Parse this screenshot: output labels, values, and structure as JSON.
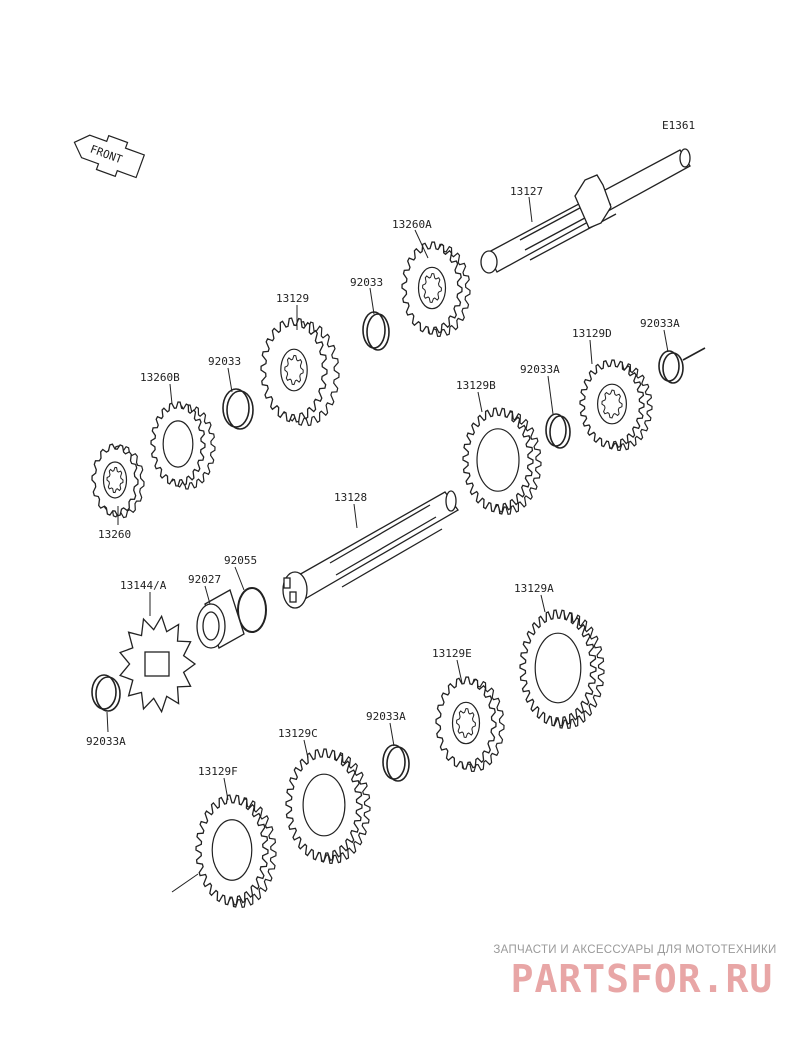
{
  "diagram": {
    "code": "E1361",
    "front_label": "FRONT",
    "parts": {
      "p13127": "13127",
      "p13260A": "13260A",
      "p92033_top": "92033",
      "p13129": "13129",
      "p92033_mid": "92033",
      "p13260B": "13260B",
      "p13260": "13260",
      "p13129D": "13129D",
      "p92033A_tr": "92033A",
      "p92033A_r": "92033A",
      "p13129B": "13129B",
      "p13128": "13128",
      "p92055": "92055",
      "p92027": "92027",
      "p13144A": "13144/A",
      "p92033A_l": "92033A",
      "p13129A": "13129A",
      "p13129E": "13129E",
      "p92033A_b": "92033A",
      "p13129C": "13129C",
      "p13129F": "13129F"
    }
  },
  "watermark": {
    "tagline": "ЗАПЧАСТИ И АКСЕССУАРЫ ДЛЯ МОТОТЕХНИКИ",
    "logo_text": "PARTSFOR.RU",
    "color": "#e8a6a6"
  }
}
